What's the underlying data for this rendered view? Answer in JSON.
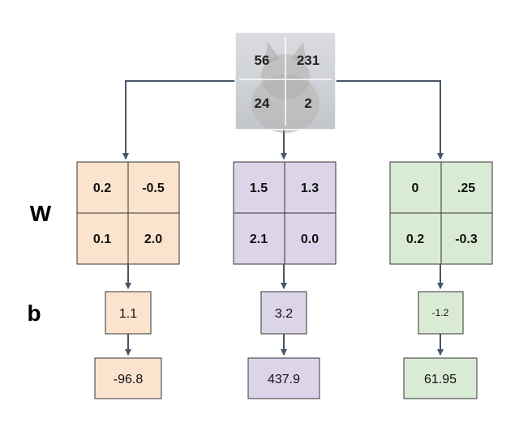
{
  "labels": {
    "weights": "W",
    "bias": "b"
  },
  "input_pixels": [
    "56",
    "231",
    "24",
    "2"
  ],
  "colors": {
    "orange_fill": "#fbe3cd",
    "purple_fill": "#dcd5ea",
    "green_fill": "#d9ebd4",
    "border": "#333333",
    "arrow": "#465465"
  },
  "classifiers": [
    {
      "weights": [
        "0.2",
        "-0.5",
        "0.1",
        "2.0"
      ],
      "bias": "1.1",
      "score": "-96.8"
    },
    {
      "weights": [
        "1.5",
        "1.3",
        "2.1",
        "0.0"
      ],
      "bias": "3.2",
      "score": "437.9"
    },
    {
      "weights": [
        "0",
        ".25",
        "0.2",
        "-0.3"
      ],
      "bias": "-1.2",
      "score": "61.95"
    }
  ]
}
